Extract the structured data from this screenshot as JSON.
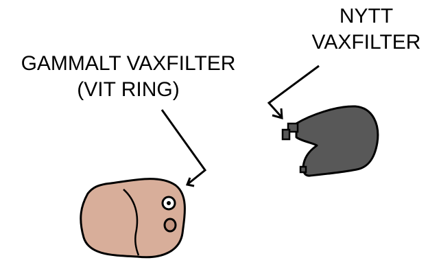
{
  "labels": {
    "new_filter": {
      "line1": "NYTT",
      "line2": "VAXFILTER"
    },
    "old_filter": {
      "line1": "GAMMALT VAXFILTER",
      "line2": "(VIT RING)"
    }
  },
  "colors": {
    "old_filter_fill": "#d8ae9a",
    "new_filter_fill": "#585858",
    "outline": "#000000",
    "background": "#ffffff"
  },
  "icons": [
    "old-wax-filter-icon",
    "new-wax-filter-icon",
    "arrow-new-filter",
    "arrow-old-filter"
  ]
}
